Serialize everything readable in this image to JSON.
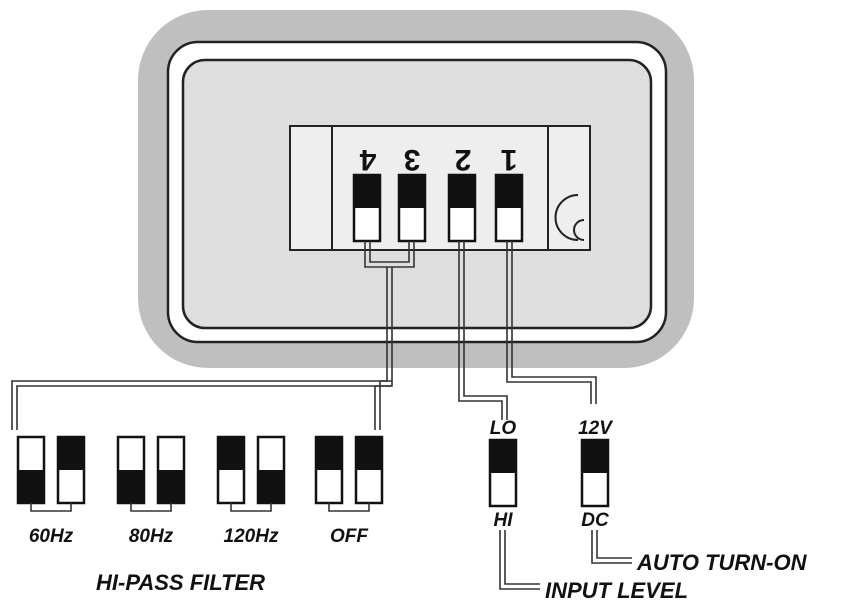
{
  "switch_block": {
    "position_numbers": [
      "1",
      "2",
      "3",
      "4"
    ]
  },
  "hi_pass_filter": {
    "title": "HI-PASS FILTER",
    "options": [
      {
        "label": "60Hz",
        "switches": [
          "down",
          "up"
        ]
      },
      {
        "label": "80Hz",
        "switches": [
          "down",
          "down"
        ]
      },
      {
        "label": "120Hz",
        "switches": [
          "up",
          "down"
        ]
      },
      {
        "label": "OFF",
        "switches": [
          "up",
          "up"
        ]
      }
    ]
  },
  "input_level": {
    "title": "INPUT LEVEL",
    "top_label": "LO",
    "bottom_label": "HI"
  },
  "auto_turn_on": {
    "title": "AUTO TURN-ON",
    "top_label": "12V",
    "bottom_label": "DC"
  },
  "colors": {
    "housing": "#bfbfbf",
    "panel": "#e6e6e6",
    "ink": "#111111"
  }
}
